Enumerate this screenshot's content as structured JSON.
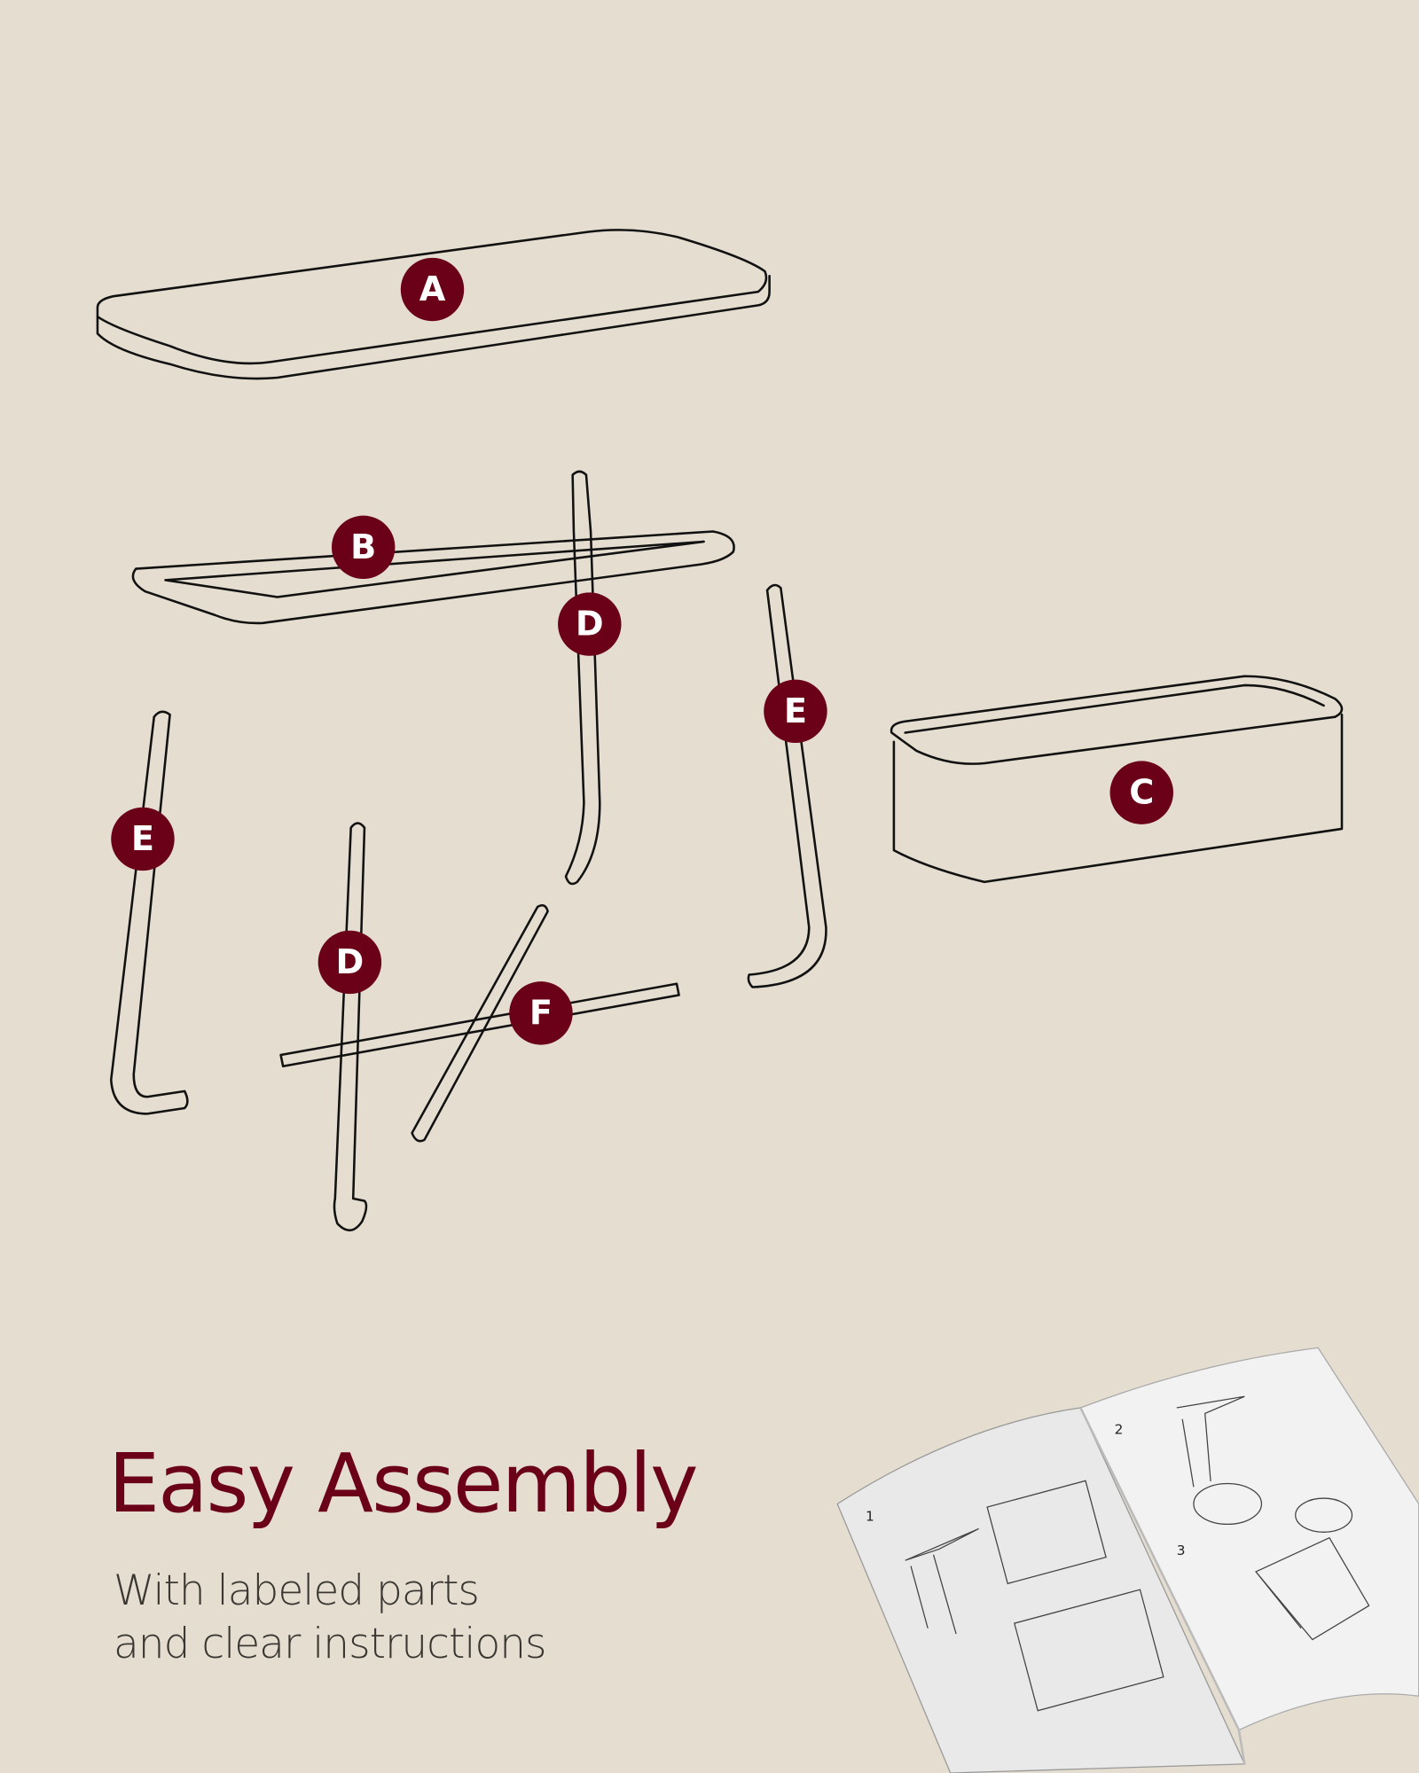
{
  "colors": {
    "background": "#e4ddd0",
    "accent": "#6b0019",
    "line": "#111111",
    "subtitle": "#3a3733"
  },
  "parts": {
    "a": "A",
    "b": "B",
    "c": "C",
    "d1": "D",
    "d2": "D",
    "e1": "E",
    "e2": "E",
    "f": "F"
  },
  "headline": "Easy Assembly",
  "subtitle": {
    "line1": "With labeled parts",
    "line2": "and clear instructions"
  },
  "manual": {
    "page1": "1",
    "page2": "2",
    "page3": "3"
  }
}
